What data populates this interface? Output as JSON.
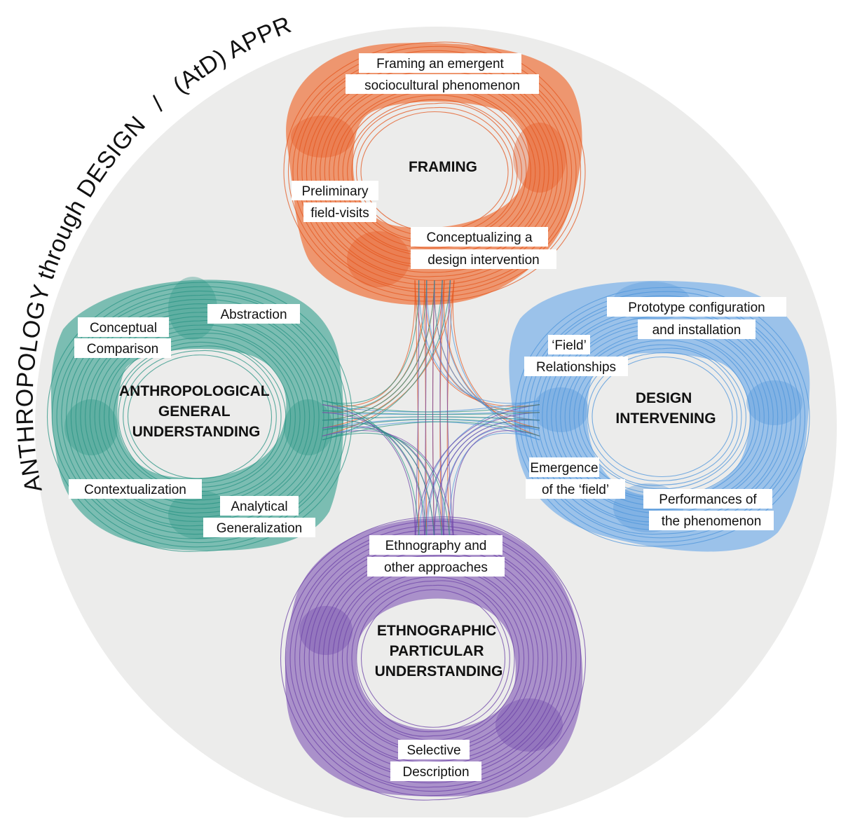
{
  "title": {
    "left": "ANTHROPOLOGY through DESIGN",
    "separator": "/",
    "right": "(AtD) APPROACH"
  },
  "colors": {
    "background_disc": "#ececeb",
    "framing": "#ef7a45",
    "framing_line": "#e4571f",
    "design": "#8dbbea",
    "design_line": "#4f95db",
    "ethnographic": "#9a7ac2",
    "ethnographic_line": "#6e44a8",
    "anthropological": "#5fb1a4",
    "anthropological_line": "#2a9484"
  },
  "hubs": {
    "framing": {
      "name": [
        "FRAMING"
      ],
      "steps": {
        "framing_phenomenon": [
          "Framing an emergent",
          "sociocultural phenomenon"
        ],
        "preliminary": [
          "Preliminary",
          "field-visits"
        ],
        "conceptualizing": [
          "Conceptualizing a",
          "design intervention"
        ]
      }
    },
    "design": {
      "name": [
        "DESIGN",
        "INTERVENING"
      ],
      "steps": {
        "prototype": [
          "Prototype configuration",
          "and installation"
        ],
        "field_relationships": [
          "‘Field’",
          "Relationships"
        ],
        "emergence": [
          "Emergence",
          "of the ‘field’"
        ],
        "performances": [
          "Performances of",
          "the phenomenon"
        ]
      }
    },
    "ethnographic": {
      "name": [
        "ETHNOGRAPHIC",
        "PARTICULAR",
        "UNDERSTANDING"
      ],
      "steps": {
        "ethnography": [
          "Ethnography and",
          "other approaches"
        ],
        "selective": [
          "Selective",
          "Description"
        ]
      }
    },
    "anthropological": {
      "name": [
        "ANTHROPOLOGICAL",
        "GENERAL",
        "UNDERSTANDING"
      ],
      "steps": {
        "abstraction": [
          "Abstraction"
        ],
        "comparison": [
          "Conceptual",
          "Comparison"
        ],
        "contextualization": [
          "Contextualization"
        ],
        "analytical": [
          "Analytical",
          "Generalization"
        ]
      }
    }
  }
}
